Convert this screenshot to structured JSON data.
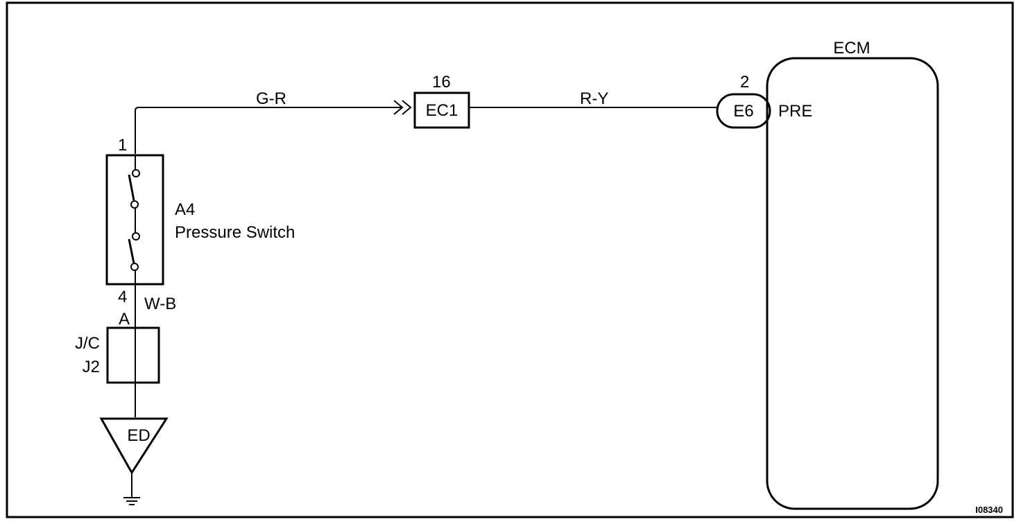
{
  "diagram_id": "I08340",
  "ecm": {
    "name": "ECM",
    "connector": "E6",
    "pin": "2",
    "terminal": "PRE"
  },
  "junction_connector": {
    "name": "EC1",
    "pin": "16"
  },
  "pressure_switch": {
    "code": "A4",
    "name": "Pressure Switch",
    "pin_top": "1",
    "pin_bottom": "4"
  },
  "jc": {
    "pin": "A",
    "line1": "J/C",
    "line2": "J2"
  },
  "ground": {
    "code": "ED"
  },
  "wires": {
    "switch_to_ec1": "G-R",
    "ec1_to_ecm": "R-Y",
    "switch_to_jc": "W-B"
  }
}
